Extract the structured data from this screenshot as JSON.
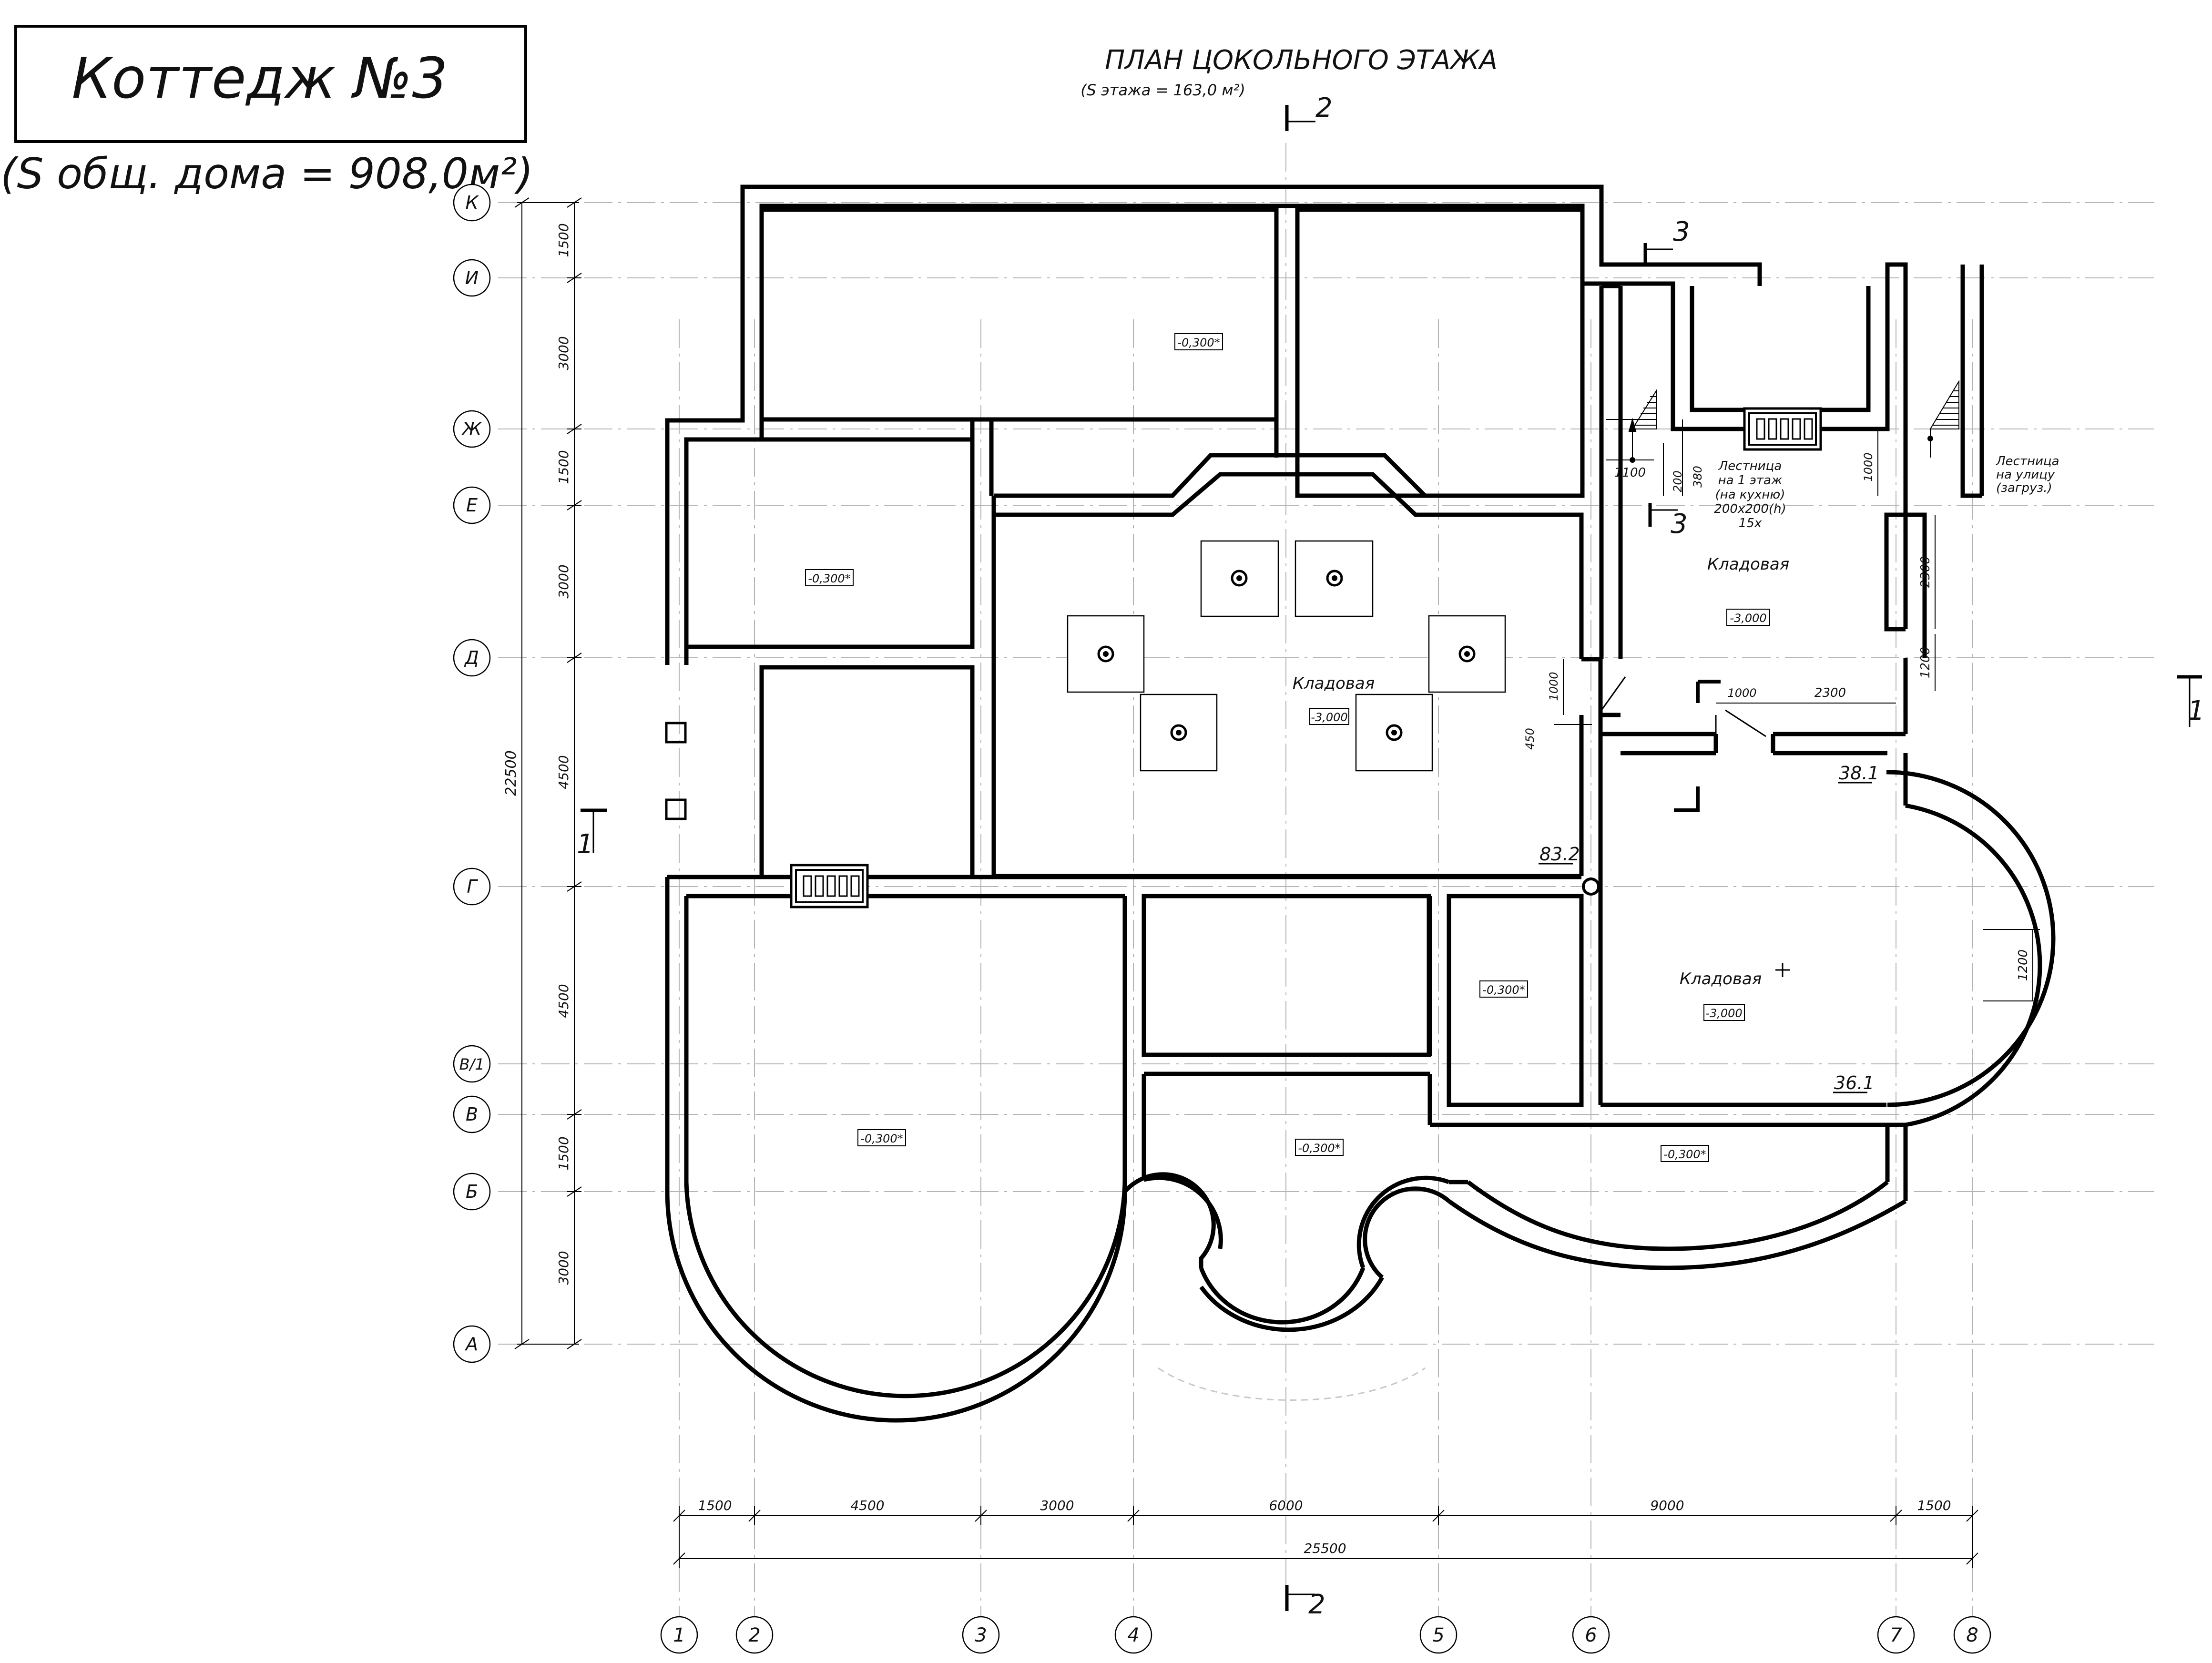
{
  "title_block": {
    "project": "Коттедж №3",
    "total_area": "(S общ. дома = 908,0м²)"
  },
  "sheet": {
    "title": "ПЛАН ЦОКОЛЬНОГО ЭТАЖА",
    "floor_area": "(S этажа = 163,0 м²)"
  },
  "row_axes": [
    "К",
    "И",
    "Ж",
    "Е",
    "Д",
    "Г",
    "В/1",
    "В",
    "Б",
    "А"
  ],
  "column_axes": [
    "1",
    "2",
    "3",
    "4",
    "5",
    "6",
    "7",
    "8"
  ],
  "left_dimensions": [
    "1500",
    "3000",
    "1500",
    "3000",
    "4500",
    "4500",
    "1500",
    "3000"
  ],
  "left_total": "22500",
  "bottom_dimensions": [
    "1500",
    "4500",
    "3000",
    "6000",
    "9000",
    "1500"
  ],
  "bottom_total": "25500",
  "sections": {
    "s1": "1",
    "s2": "2",
    "s3": "3"
  },
  "rooms": {
    "storage_main": {
      "name": "Кладовая",
      "level": "-3,000"
    },
    "storage_ne": {
      "name": "Кладовая",
      "level": "-3,000"
    },
    "storage_se": {
      "name": "Кладовая",
      "level": "-3,000"
    },
    "level_crawl": "-0,300*"
  },
  "elevations": {
    "e1": "83.2",
    "e2": "38.1",
    "e3": "36.1"
  },
  "stair_notes": {
    "kitchen": [
      "Лестница",
      "на 1 этаж",
      "(на кухню)",
      "200х200(h)",
      "15х"
    ],
    "street": [
      "Лестница",
      "на улицу",
      "(загруз.)"
    ]
  },
  "local_dims": {
    "d1100": "1100",
    "d200": "200",
    "d380": "380",
    "d1000a": "1000",
    "d2300a": "2300",
    "d1200a": "1200",
    "d1000b": "1000",
    "d2300b": "2300",
    "d1000c": "1000",
    "d450": "450",
    "d1200b": "1200"
  }
}
